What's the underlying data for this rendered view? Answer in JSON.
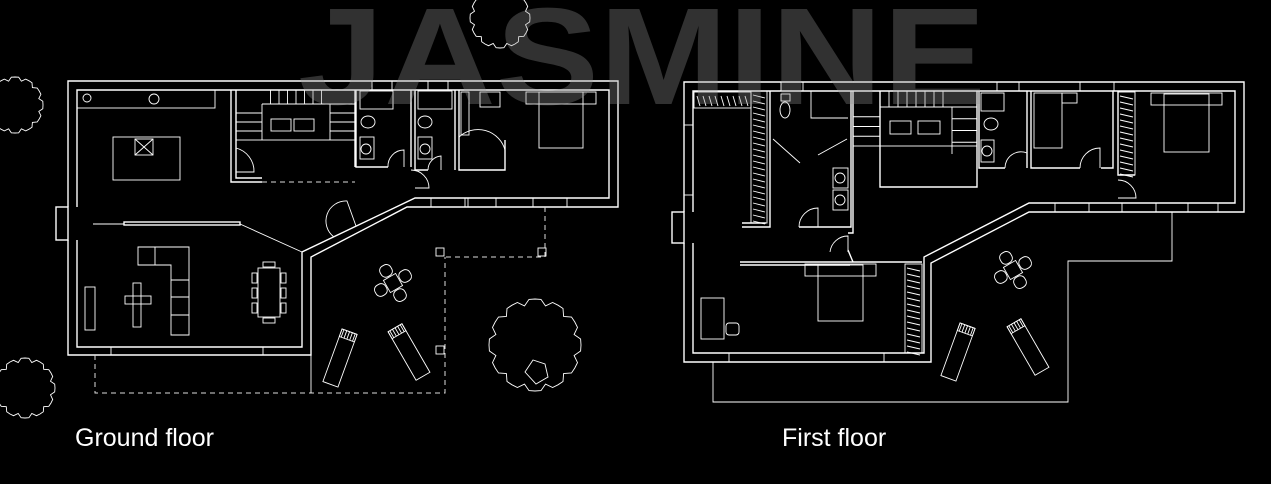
{
  "watermark": "JASMINE",
  "plans": [
    {
      "label": "Ground floor"
    },
    {
      "label": "First floor"
    }
  ],
  "colors": {
    "background": "#000000",
    "lines": "#ffffff",
    "watermark": "#808080"
  }
}
